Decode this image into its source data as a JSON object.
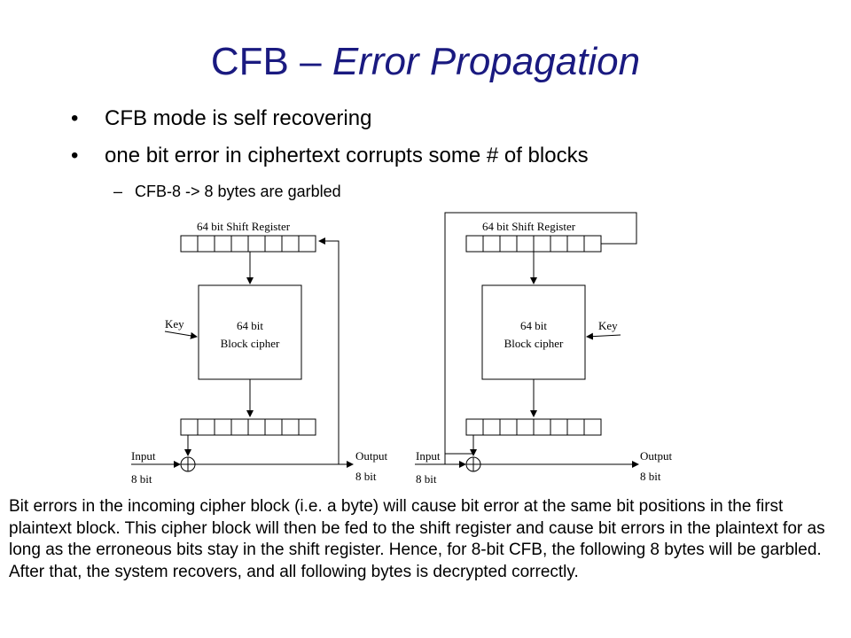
{
  "title": {
    "main": "CFB – ",
    "italic": "Error Propagation"
  },
  "bullets": [
    "CFB mode is self recovering",
    "one bit error in ciphertext corrupts some # of blocks"
  ],
  "sub_bullet": {
    "dash": "–",
    "text": "CFB-8 -> 8 bytes are garbled"
  },
  "diagram": {
    "left": {
      "shift_register": "64 bit Shift Register",
      "cipher_line1": "64 bit",
      "cipher_line2": "Block cipher",
      "key": "Key",
      "input": "Input",
      "input_bits": "8 bit",
      "output": "Output",
      "output_bits": "8 bit"
    },
    "right": {
      "shift_register": "64 bit Shift Register",
      "cipher_line1": "64 bit",
      "cipher_line2": "Block cipher",
      "key": "Key",
      "input": "Input",
      "input_bits": "8 bit",
      "output": "Output",
      "output_bits": "8 bit"
    }
  },
  "paragraph": "Bit errors in the incoming cipher block (i.e. a byte) will cause bit error at the same bit positions in the first plaintext block. This cipher block will then be fed to the shift register and cause bit errors in the plaintext for as long as the erroneous bits stay in the shift register. Hence, for 8-bit CFB, the following 8 bytes will be garbled. After that, the system recovers, and all following bytes is decrypted correctly."
}
